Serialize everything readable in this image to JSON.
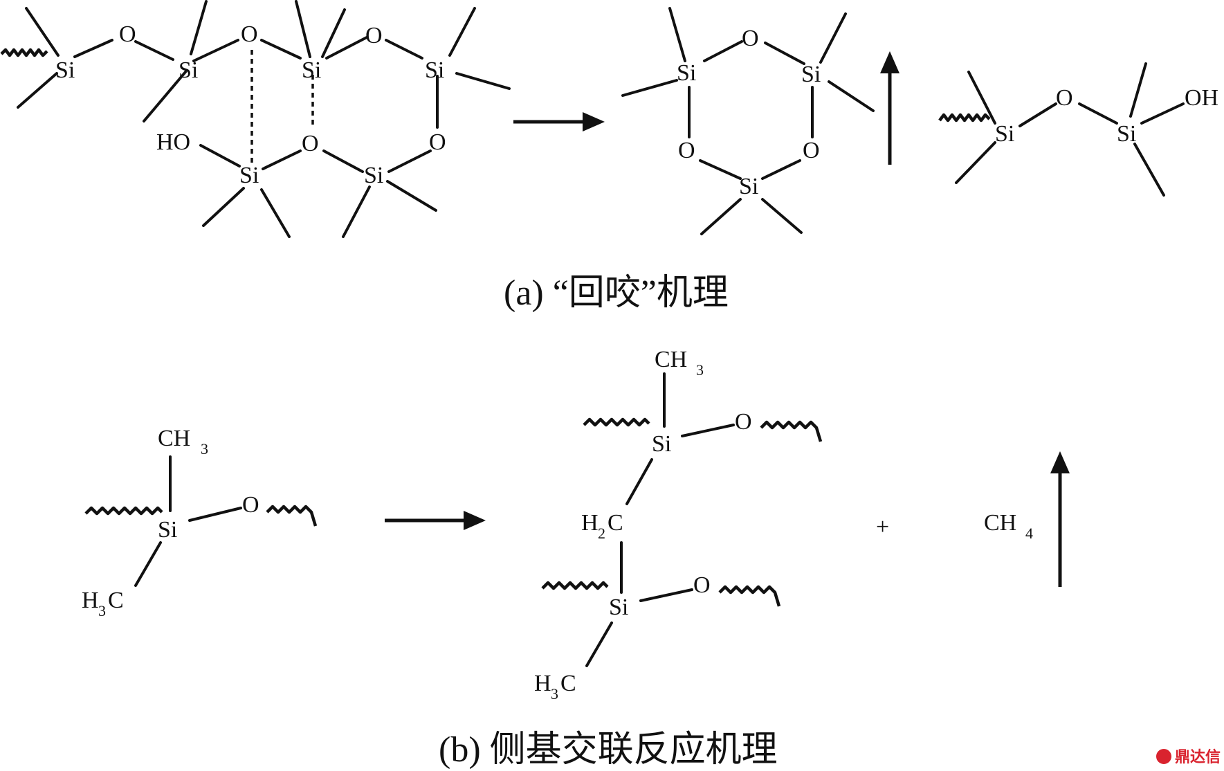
{
  "panel_a": {
    "caption": "(a) “回咬”机理",
    "atoms": {
      "si": "Si",
      "o": "O",
      "ho": "HO",
      "oh": "OH"
    }
  },
  "panel_b": {
    "caption": "(b) 侧基交联反应机理",
    "atoms": {
      "si": "Si",
      "o": "O",
      "ch3_main": "CH",
      "ch3_sub": "3",
      "h3c_h": "H",
      "h3c_sub": "3",
      "h3c_c": "C",
      "h2c_h": "H",
      "h2c_sub": "2",
      "h2c_c": "C",
      "ch4_main": "CH",
      "ch4_sub": "4"
    },
    "plus": "+"
  },
  "watermark": {
    "text": "鼎达信",
    "color": "#d9232e"
  }
}
